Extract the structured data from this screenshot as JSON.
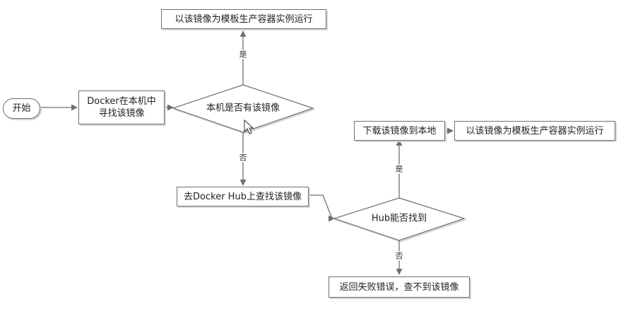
{
  "colors": {
    "line": "#6f6f6f",
    "fill": "#ffffff",
    "shadow": "#d6d6d6",
    "text": "#222222"
  },
  "nodes": {
    "start": "开始",
    "search_local": "Docker在本机中寻找该镜像",
    "local_has": "本机是否有该镜像",
    "run_top": "以该镜像为模板生产容器实例运行",
    "search_hub": "去Docker Hub上查找该镜像",
    "hub_found": "Hub能否找到",
    "download": "下载该镜像到本地",
    "run_right": "以该镜像为模板生产容器实例运行",
    "error": "返回失败错误，查不到该镜像"
  },
  "edges": {
    "local_yes": "是",
    "local_no": "否",
    "hub_yes": "是",
    "hub_no": "否"
  }
}
